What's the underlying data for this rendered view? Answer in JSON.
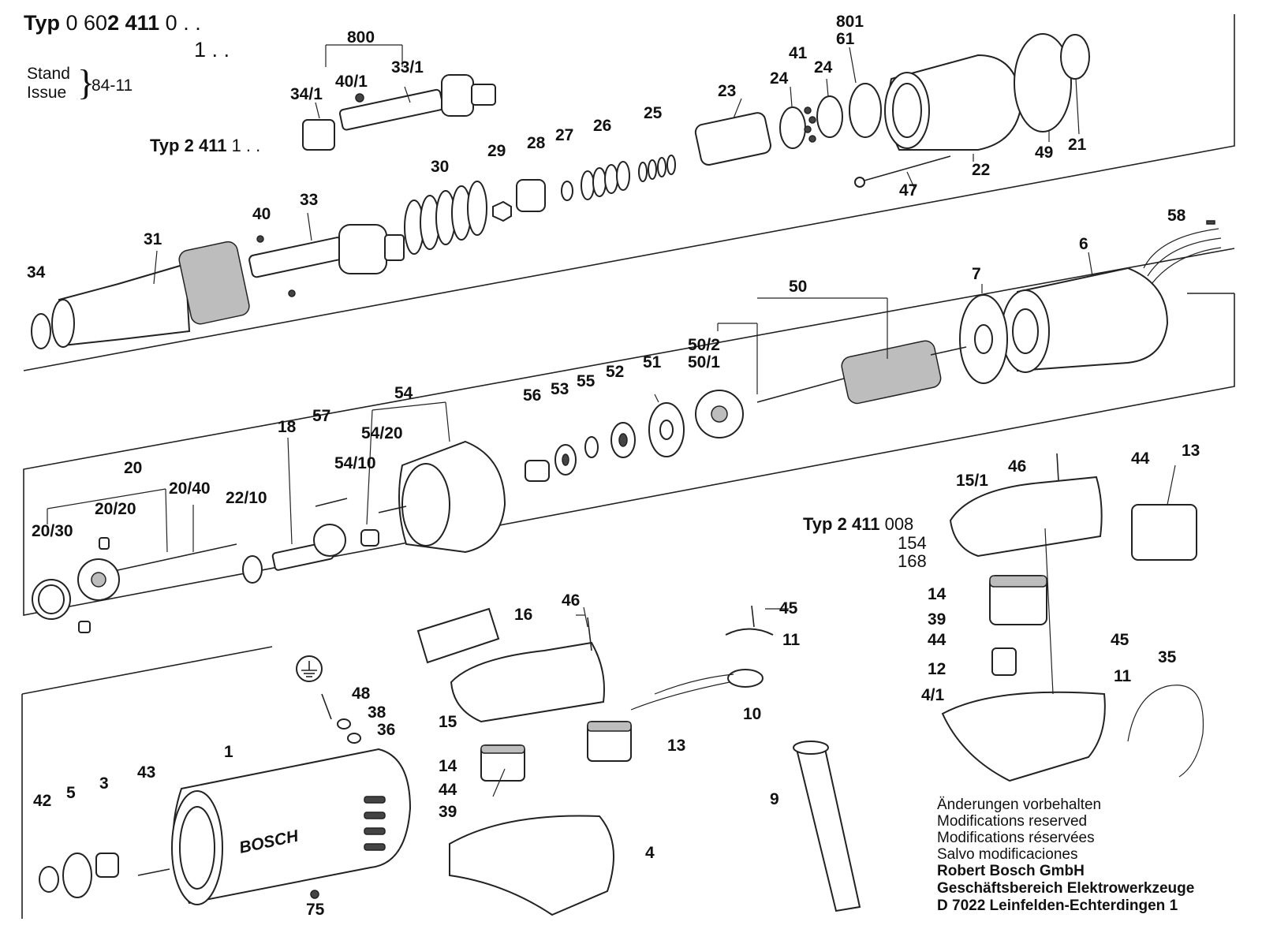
{
  "header": {
    "typ_word": "Typ",
    "typ_number_prefix": "0 60",
    "typ_number_bold": "2 411",
    "typ_number_suffix": "0 . .",
    "typ_variant": "1 . .",
    "stand_label": "Stand",
    "issue_label": "Issue",
    "date": "84-11"
  },
  "subtypes": {
    "typ_1": {
      "word": "Typ",
      "number": "2 411",
      "suffix": "1 . ."
    },
    "typ_008": {
      "word": "Typ",
      "number": "2 411",
      "variants": [
        "008",
        "154",
        "168"
      ]
    }
  },
  "notes": {
    "lines": [
      "Änderungen vorbehalten",
      "Modifications reserved",
      "Modifications réservées",
      "Salvo modificaciones"
    ],
    "company_lines": [
      "Robert Bosch GmbH",
      "Geschäftsbereich Elektrowerkzeuge",
      "D 7022 Leinfelden-Echterdingen 1"
    ]
  },
  "brand_label": "BOSCH",
  "ground_symbol": "⏚",
  "part_numbers": [
    "800",
    "33/1",
    "40/1",
    "34/1",
    "801",
    "61",
    "41",
    "24",
    "24",
    "23",
    "21",
    "49",
    "22",
    "47",
    "30",
    "29",
    "28",
    "27",
    "26",
    "25",
    "40",
    "33",
    "31",
    "34",
    "58",
    "6",
    "7",
    "50",
    "50/2",
    "50/1",
    "51",
    "52",
    "55",
    "53",
    "56",
    "54",
    "54/20",
    "54/10",
    "57",
    "18",
    "20",
    "20/20",
    "20/40",
    "20/30",
    "22/10",
    "46",
    "15/1",
    "44",
    "13",
    "14",
    "39",
    "44",
    "12",
    "4/1",
    "45",
    "11",
    "35",
    "16",
    "46",
    "45",
    "11",
    "10",
    "15",
    "14",
    "13",
    "44",
    "39",
    "4",
    "9",
    "48",
    "38",
    "36",
    "1",
    "43",
    "42",
    "5",
    "3",
    "75"
  ]
}
